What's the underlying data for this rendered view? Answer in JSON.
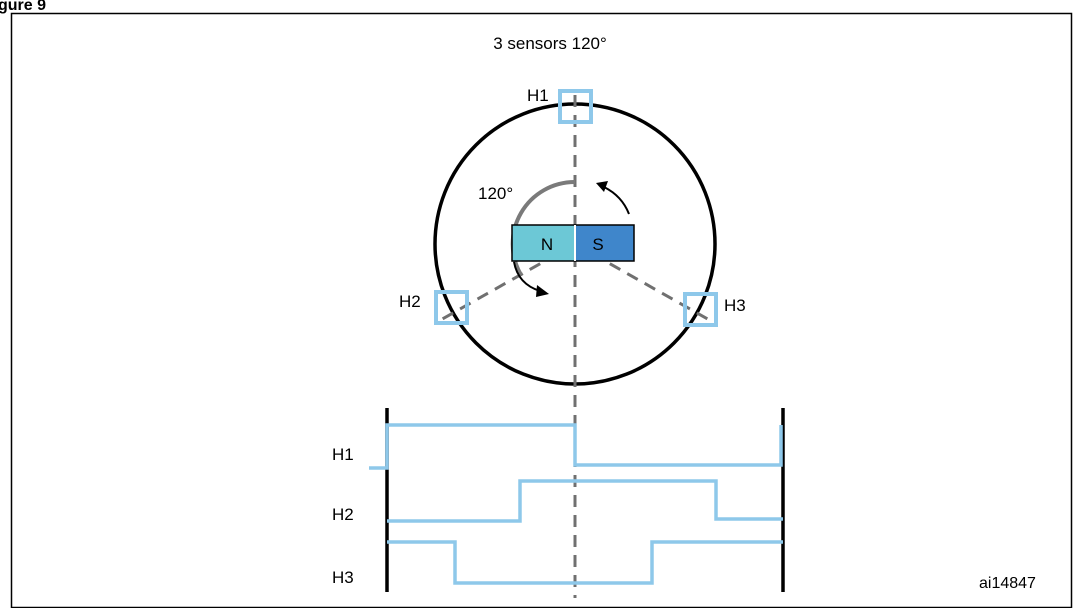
{
  "figure": {
    "caption_partial": "gure 9",
    "title": "3 sensors 120°",
    "ref_id": "ai14847"
  },
  "magnet": {
    "north_label": "N",
    "south_label": "S",
    "north_color": "#6cc8d6",
    "south_color": "#3f86cb"
  },
  "angle_label": "120°",
  "sensors": [
    {
      "label": "H1"
    },
    {
      "label": "H2"
    },
    {
      "label": "H3"
    }
  ],
  "signals": [
    {
      "label": "H1"
    },
    {
      "label": "H2"
    },
    {
      "label": "H3"
    }
  ],
  "colors": {
    "sensor": "#8ec8ea",
    "signal": "#8ec8ea",
    "dashed_line": "#707070",
    "arc": "#7a7a7a",
    "outline": "#000000"
  }
}
